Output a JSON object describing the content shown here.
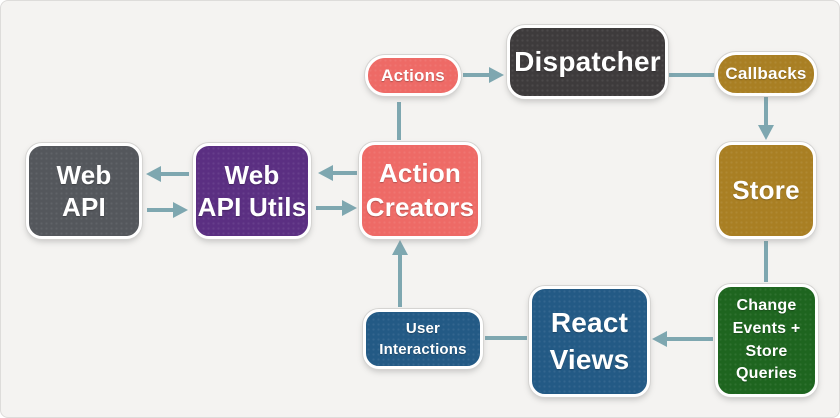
{
  "colors": {
    "background": "#f4f3f1",
    "arrow": "#7ea7b0",
    "text": "#ffffff"
  },
  "nodes": {
    "web_api": {
      "label": "Web\nAPI",
      "color": "#54575c"
    },
    "web_api_utils": {
      "label": "Web\nAPI Utils",
      "color": "#5b2f82"
    },
    "action_creators": {
      "label": "Action\nCreators",
      "color": "#ee6a66"
    },
    "actions": {
      "label": "Actions",
      "color": "#ee6a66"
    },
    "dispatcher": {
      "label": "Dispatcher",
      "color": "#3e3b3c"
    },
    "callbacks": {
      "label": "Callbacks",
      "color": "#a97f23"
    },
    "store": {
      "label": "Store",
      "color": "#a97f23"
    },
    "change_events": {
      "label": "Change\nEvents +\nStore\nQueries",
      "color": "#1e651f"
    },
    "react_views": {
      "label": "React\nViews",
      "color": "#235a85"
    },
    "user_interactions": {
      "label": "User\nInteractions",
      "color": "#235a85"
    }
  },
  "edges": [
    {
      "from": "actions",
      "to": "dispatcher",
      "arrow": true
    },
    {
      "from": "action_creators",
      "to": "actions",
      "arrow": false
    },
    {
      "from": "dispatcher",
      "to": "callbacks",
      "arrow": false
    },
    {
      "from": "callbacks",
      "to": "store",
      "arrow": true
    },
    {
      "from": "store",
      "to": "change_events",
      "arrow": false
    },
    {
      "from": "change_events",
      "to": "react_views",
      "arrow": true
    },
    {
      "from": "react_views",
      "to": "user_interactions",
      "arrow": false
    },
    {
      "from": "user_interactions",
      "to": "action_creators",
      "arrow": true
    },
    {
      "from": "web_api_utils",
      "to": "web_api",
      "arrow": true
    },
    {
      "from": "web_api",
      "to": "web_api_utils",
      "arrow": true
    },
    {
      "from": "action_creators",
      "to": "web_api_utils",
      "arrow": true
    },
    {
      "from": "web_api_utils",
      "to": "action_creators",
      "arrow": true
    }
  ]
}
